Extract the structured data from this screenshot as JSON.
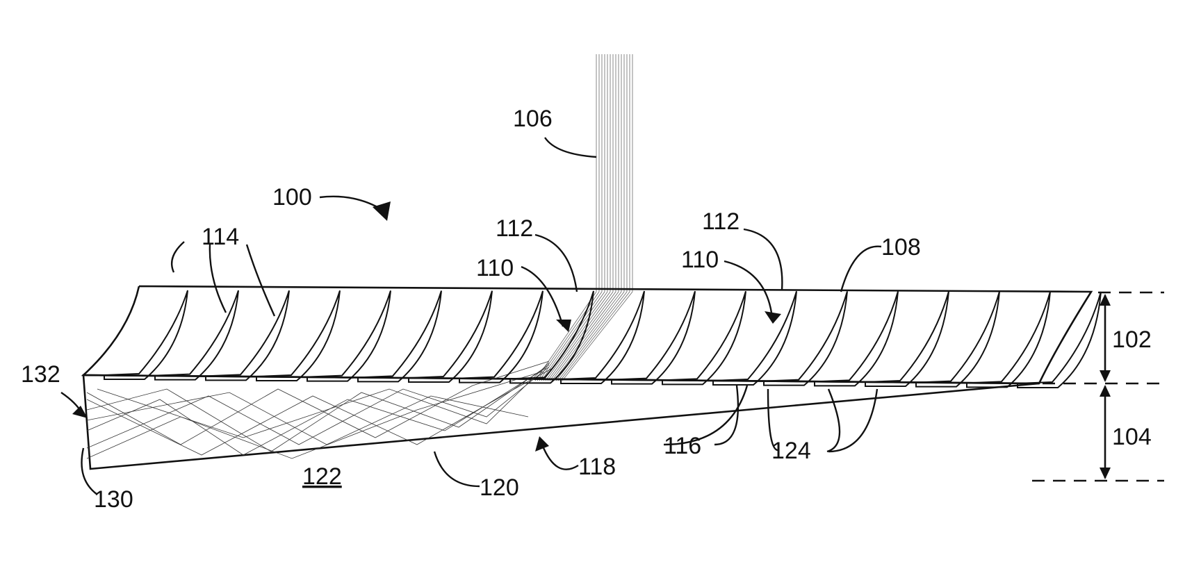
{
  "figure": {
    "labels": {
      "l100": "100",
      "l102": "102",
      "l104": "104",
      "l106": "106",
      "l108": "108",
      "l110a": "110",
      "l110b": "110",
      "l112a": "112",
      "l112b": "112",
      "l114": "114",
      "l116": "116",
      "l118": "118",
      "l120": "120",
      "l122": "122",
      "l124": "124",
      "l130": "130",
      "l132": "132"
    },
    "slat_count": 19,
    "line_color": "#111111"
  }
}
